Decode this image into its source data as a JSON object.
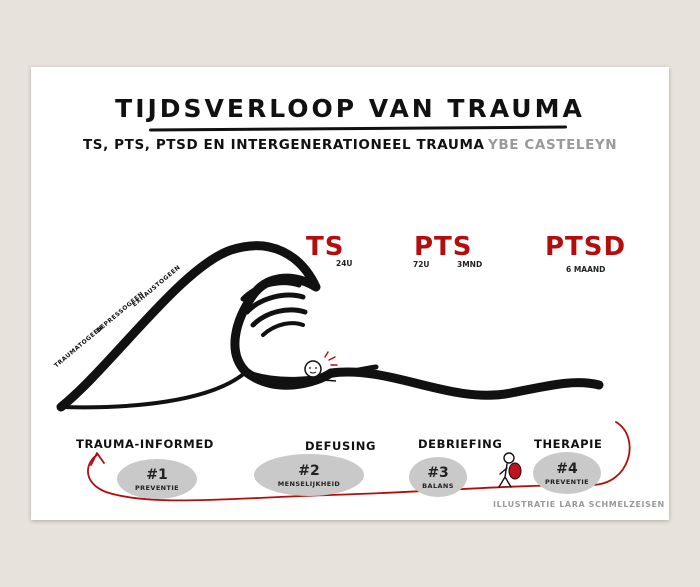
{
  "title": "TIJDSVERLOOP VAN TRAUMA",
  "subtitle": "TS, PTS, PTSD EN INTERGENERATIONEEL TRAUMA",
  "author": "YBE CASTELEYN",
  "phases": [
    {
      "label": "TS",
      "sub1": "24U",
      "sub2": ""
    },
    {
      "label": "PTS",
      "sub1": "72U",
      "sub2": "3MND"
    },
    {
      "label": "PTSD",
      "sub1": "6 MAAND",
      "sub2": ""
    }
  ],
  "wave_labels": [
    "TRAUMATOGEEN",
    "DEPRESSOGEEN",
    "EXHAUSTOGEEN"
  ],
  "stages": [
    "TRAUMA-INFORMED",
    "DEFUSING",
    "DEBRIEFING",
    "THERAPIE"
  ],
  "steps": [
    {
      "num": "#1",
      "label": "PREVENTIE"
    },
    {
      "num": "#2",
      "label": "MENSELIJKHEID"
    },
    {
      "num": "#3",
      "label": "BALANS"
    },
    {
      "num": "#4",
      "label": "PREVENTIE"
    }
  ],
  "credit": "ILLUSTRATIE LARA SCHMELZEISEN",
  "colors": {
    "accent": "#b50d0d",
    "background": "#e8e2dc",
    "card": "#ffffff",
    "blob": "#c9c9c9",
    "muted": "#9a9a9a"
  }
}
